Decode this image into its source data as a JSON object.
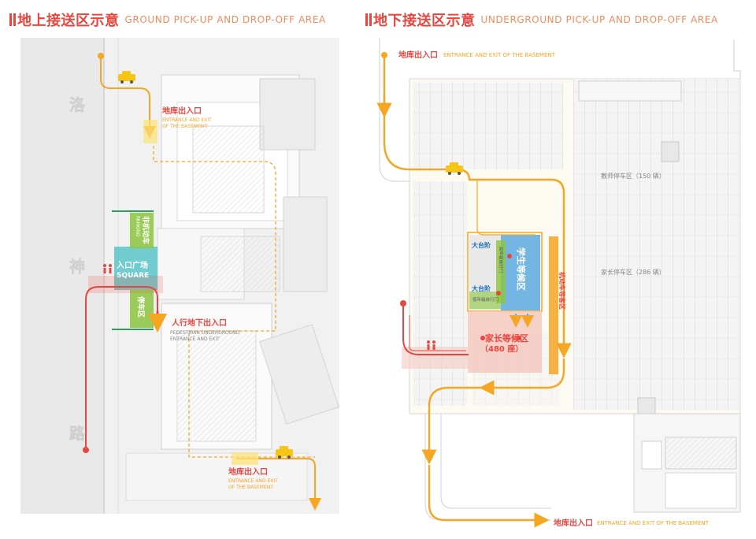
{
  "left_panel": {
    "title_cn": "地上接送区示意",
    "title_en": "GROUND PICK-UP AND DROP-OFF AREA",
    "road_chars": [
      "洛",
      "神",
      "路"
    ],
    "basement_entrance_top": {
      "cn": "地库出入口",
      "en_lines": [
        "ENTRANCE AND EXIT",
        "OF THE BASEMENT"
      ]
    },
    "basement_entrance_bottom": {
      "cn": "地库出入口",
      "en_lines": [
        "ENTRANCE AND EXIT",
        "OF THE BASEMENT"
      ]
    },
    "non_motor": {
      "cn": "非机动车",
      "en": "PARKING"
    },
    "square": {
      "cn": "入口广场",
      "en": "SQUARE"
    },
    "parking": {
      "cn": "停车区"
    },
    "pedestrian": {
      "cn": "人行地下出入口",
      "en_lines": [
        "PEDESTRIAN UNDERGROUND",
        "ENTRANCE AND EXIT"
      ]
    },
    "colors": {
      "orange": "#f5a623",
      "red": "#e8463e",
      "green": "#8cc63f",
      "teal": "#5bc6c8"
    }
  },
  "right_panel": {
    "title_cn": "地下接送区示意",
    "title_en": "UNDERGROUND PICK-UP AND DROP-OFF AREA",
    "entrance_top": {
      "cn": "地库出入口",
      "en": "ENTRANCE AND EXIT OF THE BASEMENT"
    },
    "entrance_bottom": {
      "cn": "地库出入口",
      "en": "ENTRANCE AND EXIT OF THE BASEMENT"
    },
    "teacher_parking": "教师停车区（150 辆）",
    "parent_parking": "家长停车区（286 辆）",
    "student_waiting": "学生等候区",
    "motor_waiting": "机动车等客区",
    "parent_waiting": {
      "line1": "家长等候区",
      "line2": "（480 座）"
    },
    "stairs_top": "大台阶",
    "stairs_bottom": "大台阶",
    "grade_top": "高年级自行门",
    "grade_bottom": "低年级自行门",
    "colors": {
      "orange": "#f5a623",
      "blue": "#5aa9dc",
      "red": "#e8463e",
      "green": "#8cc63f"
    }
  }
}
